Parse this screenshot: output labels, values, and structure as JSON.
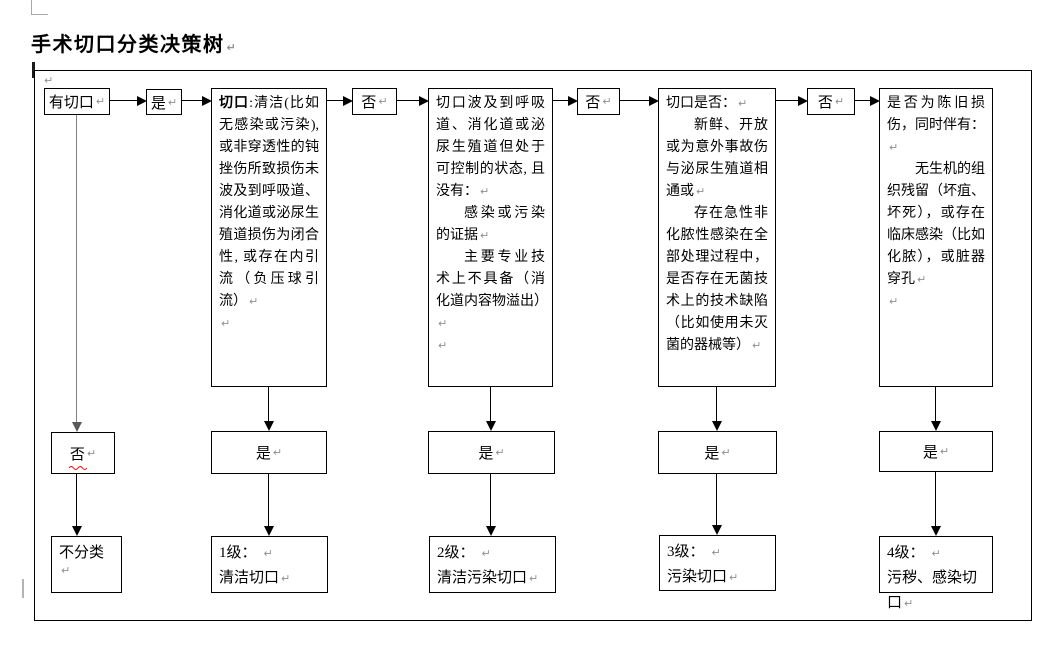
{
  "title": {
    "text": "手术切口分类决策树"
  },
  "symbols": {
    "line_break": "↵"
  },
  "colors": {
    "border": "#000000",
    "mark_gray": "#8f8f8f",
    "gray_connector": "#808080",
    "spellcheck_red": "#ff0000"
  },
  "flow": {
    "start": {
      "label": "有切口"
    },
    "no_branch": {
      "decision": "否",
      "result": "不分类"
    },
    "top_links": [
      {
        "label": "是"
      },
      {
        "label": "否"
      },
      {
        "label": "否"
      },
      {
        "label": "否"
      }
    ],
    "columns": [
      {
        "question": {
          "paragraphs": [
            {
              "lead": "切口",
              "text": ":清洁(比如无感染或污染), 或非穿透性的钝挫伤所致损伤未波及到呼吸道、消化道或泌尿生殖道损伤为闭合性, 或存在内引流（负压球引流）"
            },
            {
              "text": ""
            }
          ]
        },
        "yes_label": "是",
        "level": {
          "line1": "1级：",
          "line2": "清洁切口"
        }
      },
      {
        "question": {
          "paragraphs": [
            {
              "text": "切口波及到呼吸道、消化道或泌尿生殖道但处于可控制的状态, 且没有："
            },
            {
              "text": "感染或污染的证据"
            },
            {
              "text": "主要专业技术上不具备（消化道内容物溢出）"
            },
            {
              "text": ""
            }
          ]
        },
        "yes_label": "是",
        "level": {
          "line1": "2级：",
          "line2": "清洁污染切口"
        }
      },
      {
        "question": {
          "paragraphs": [
            {
              "text": "切口是否："
            },
            {
              "text": "新鲜、开放或为意外事故伤与泌尿生殖道相通或"
            },
            {
              "text": "存在急性非化脓性感染在全部处理过程中，是否存在无菌技术上的技术缺陷（比如使用未灭菌的器械等）"
            }
          ]
        },
        "yes_label": "是",
        "level": {
          "line1": "3级：",
          "line2": "污染切口"
        }
      },
      {
        "question": {
          "paragraphs": [
            {
              "text": "是否为陈旧损伤，同时伴有："
            },
            {
              "text": "无生机的组织残留（坏疽、坏死），或存在临床感染（比如化脓），或脏器穿孔"
            },
            {
              "text": ""
            }
          ]
        },
        "yes_label": "是",
        "level": {
          "line1": "4级：",
          "line2": "污秽、感染切口"
        }
      }
    ]
  }
}
